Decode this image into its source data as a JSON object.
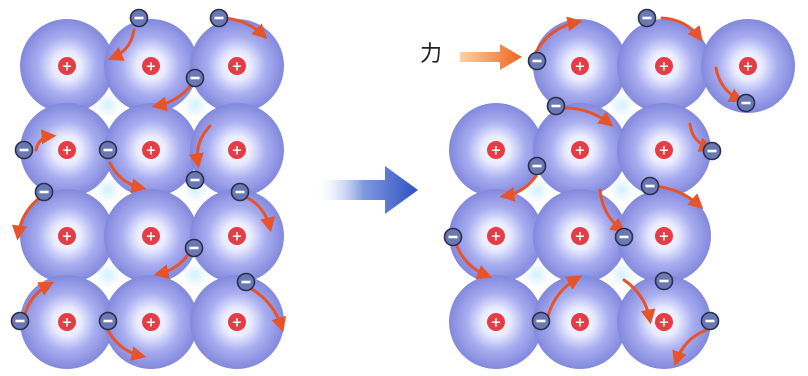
{
  "force_label": "力",
  "symbols": {
    "positive": "+",
    "negative": "−"
  },
  "colors": {
    "ion_core": "#e63c46",
    "ion_halo": "#8c93e6",
    "electron_fill": "#6a78b4",
    "electron_stroke": "#2a2f4e",
    "motion_arrow": "#e8542a",
    "force_arrow": "#f0641e",
    "transition_arrow": "#3a5fc8"
  },
  "lattice_before": {
    "rows": 4,
    "cols": 3
  },
  "lattice_after": {
    "rows": 4,
    "cols": 3,
    "top_row_shifted": true
  }
}
